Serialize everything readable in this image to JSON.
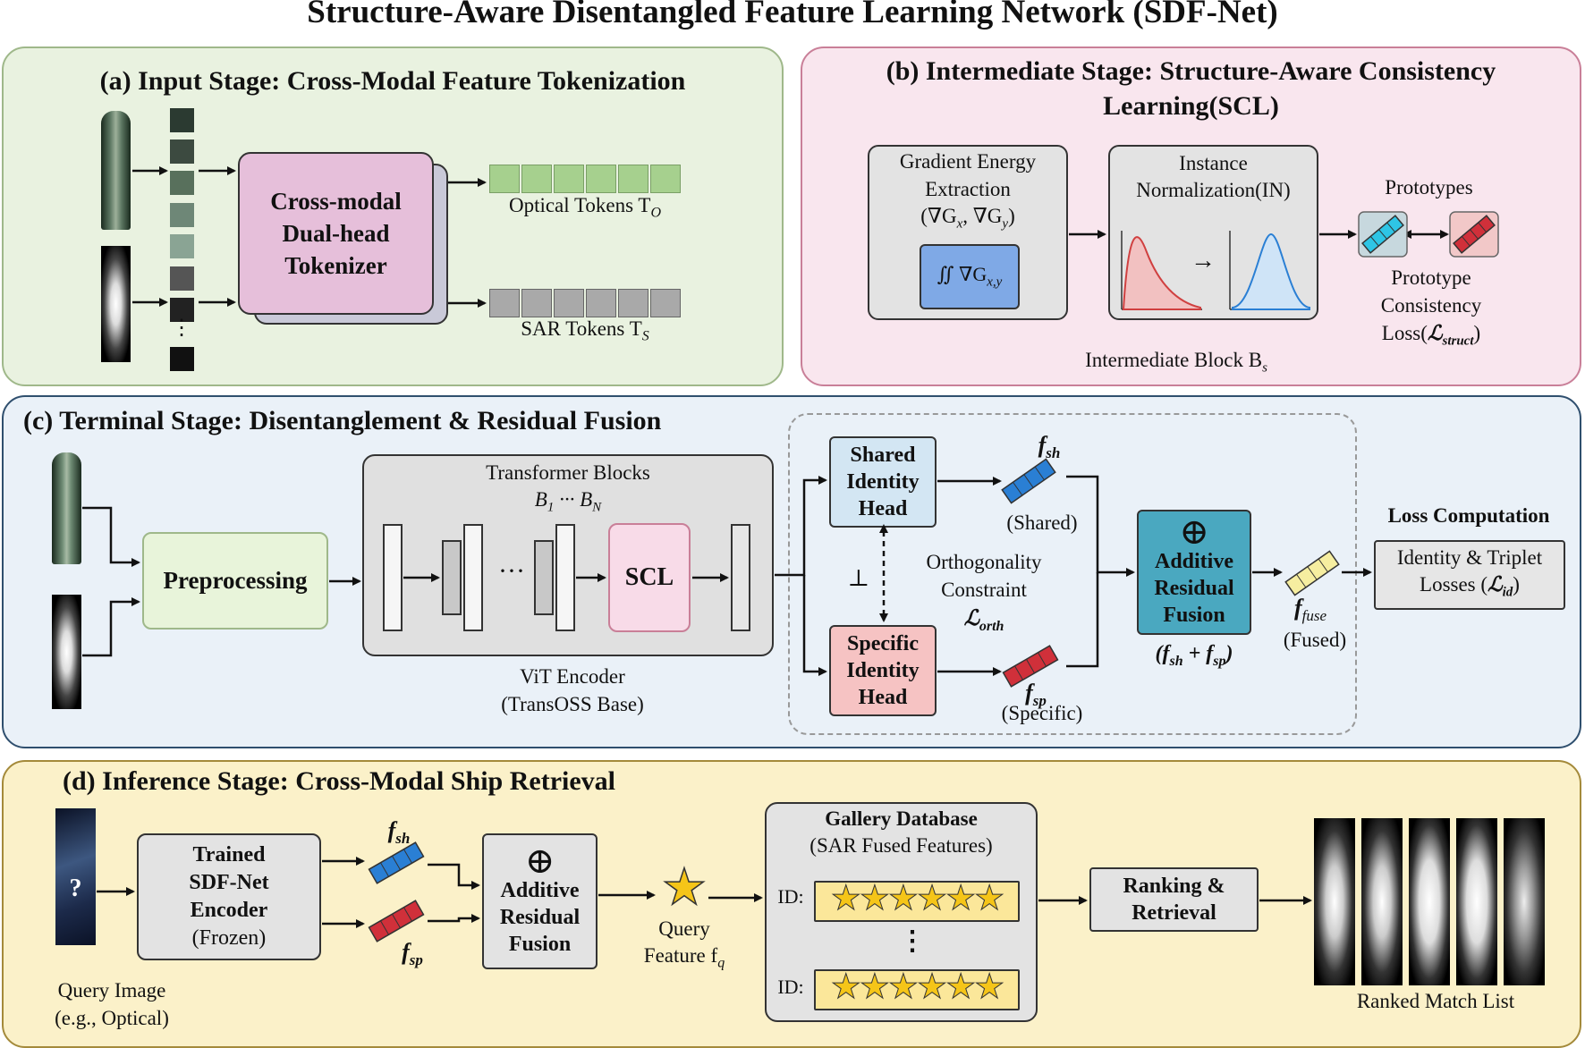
{
  "title": "Structure-Aware Disentangled Feature Learning Network (SDF-Net)",
  "colors": {
    "panel_a_bg": "#e9f2e0",
    "panel_a_border": "#9fb88a",
    "panel_b_bg": "#f9e6ee",
    "panel_b_border": "#c97f98",
    "panel_c_bg": "#eaf1f8",
    "panel_c_border": "#2f4f6e",
    "panel_d_bg": "#fbf1c9",
    "panel_d_border": "#a48a3a",
    "tokenizer": "#e6bfda",
    "optical_token": "#a6d08e",
    "sar_token": "#a9a9a9",
    "shared_head": "#d3e6f3",
    "specific_head": "#f6c3c3",
    "fusion": "#4aa8c0",
    "star": "#f5c518",
    "feature_shared": "#2a7fd4",
    "feature_specific": "#d0303a",
    "feature_fused": "#f6eea0"
  },
  "panel_a": {
    "title": "(a) Input Stage: Cross-Modal Feature Tokenization",
    "tokenizer_line1": "Cross-modal",
    "tokenizer_line2": "Dual-head",
    "tokenizer_line3": "Tokenizer",
    "optical_tokens": "Optical Tokens T",
    "optical_sub": "O",
    "sar_tokens": "SAR Tokens T",
    "sar_sub": "S",
    "ellipsis": "⋮"
  },
  "panel_b": {
    "title_line1": "(b) Intermediate Stage: Structure-Aware Consistency",
    "title_line2": "Learning(SCL)",
    "gradient_line1": "Gradient Energy",
    "gradient_line2": "Extraction",
    "gradient_line3": "(∇G",
    "integral": "∬ ∇G",
    "integral_sub": "x,y",
    "in_line1": "Instance",
    "in_line2": "Normalization(IN)",
    "prototypes": "Prototypes",
    "loss_line1": "Prototype",
    "loss_line2": "Consistency",
    "loss_line3": "Loss(",
    "loss_symbol": "ℒ",
    "loss_sub": "struct",
    "block_label": "Intermediate Block B",
    "block_sub": "s",
    "arrow": "→"
  },
  "panel_c": {
    "title": "(c) Terminal Stage: Disentanglement & Residual Fusion",
    "preprocessing": "Preprocessing",
    "transformer_line1": "Transformer Blocks",
    "transformer_line2": "B",
    "dots": "···",
    "scl": "SCL",
    "vit_line1": "ViT Encoder",
    "vit_line2": "(TransOSS Base)",
    "shared_line1": "Shared",
    "shared_line2": "Identity",
    "shared_line3": "Head",
    "specific_line1": "Specific",
    "specific_line2": "Identity",
    "specific_line3": "Head",
    "f": "f",
    "sh": "sh",
    "sp": "sp",
    "fuse": "fuse",
    "shared_caption": "(Shared)",
    "specific_caption": "(Specific)",
    "fused_caption": "(Fused)",
    "perp": "⊥",
    "orth_line1": "Orthogonality",
    "orth_line2": "Constraint",
    "orth_symbol": "ℒ",
    "orth_sub": "orth",
    "fusion_line1": "Additive",
    "fusion_line2": "Residual",
    "fusion_line3": "Fusion",
    "oplus": "⊕",
    "fusion_formula": "(f",
    "loss_title": "Loss Computation",
    "loss_line1": "Identity & Triplet",
    "loss_line2": "Losses (",
    "loss_symbol": "ℒ",
    "loss_sub": "id"
  },
  "panel_d": {
    "title": "(d) Inference Stage: Cross-Modal Ship Retrieval",
    "query_mark": "?",
    "query_line1": "Query Image",
    "query_line2": "(e.g., Optical)",
    "encoder_line1": "Trained",
    "encoder_line2": "SDF-Net",
    "encoder_line3": "Encoder",
    "encoder_line4": "(Frozen)",
    "fusion_line1": "Additive",
    "fusion_line2": "Residual",
    "fusion_line3": "Fusion",
    "qf_line1": "Query",
    "qf_line2": "Feature f",
    "qf_sub": "q",
    "gallery_line1": "Gallery Database",
    "gallery_line2": "(SAR Fused Features)",
    "id_label": "ID:",
    "stars": "★★★★★★",
    "vdots": "⋮",
    "ranking_line1": "Ranking &",
    "ranking_line2": "Retrieval",
    "ranked_caption": "Ranked Match List"
  }
}
